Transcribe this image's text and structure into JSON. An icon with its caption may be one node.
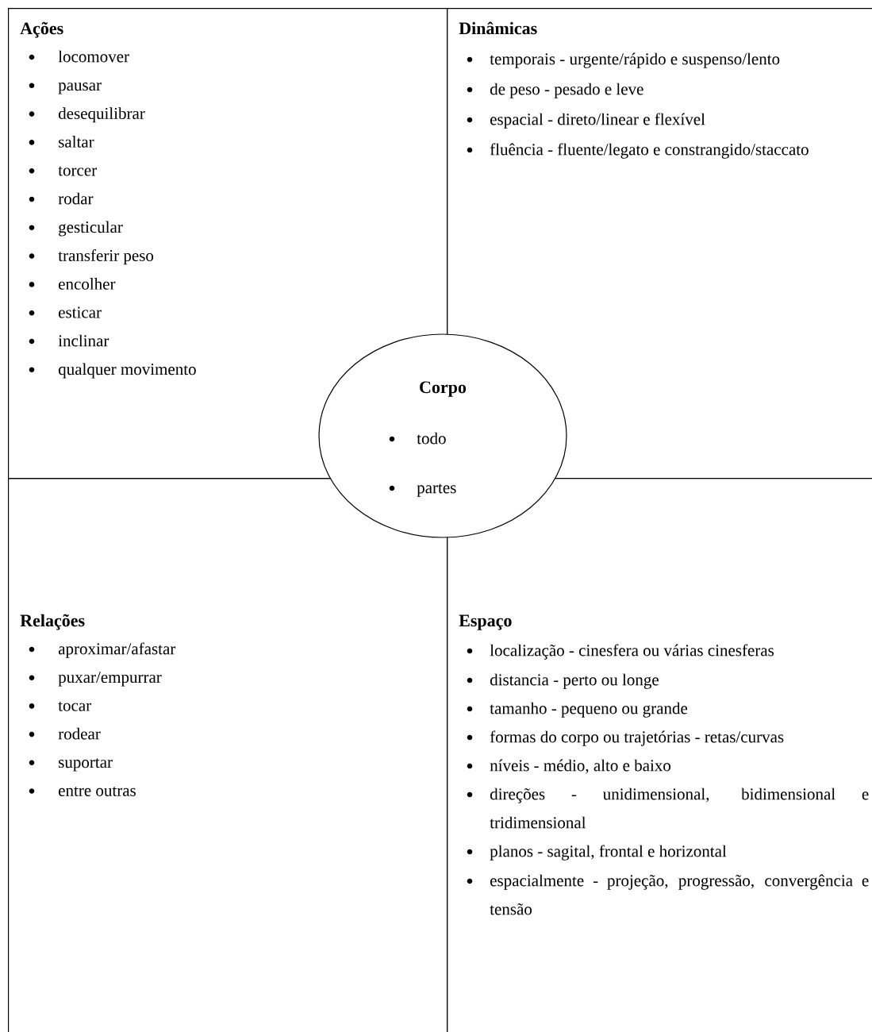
{
  "diagram": {
    "nodes": [
      {
        "text": [
          "Ações",
          "locomover",
          "pausar",
          "desequilibrar",
          "saltar",
          "torcer",
          "rodar",
          "gesticular",
          "transferir peso",
          "encolher",
          "esticar",
          "inclinar",
          "qualquer movimento"
        ]
      },
      {
        "text": [
          "Dinâmicas",
          "temporais - urgente/rápido e suspenso/lento",
          "de peso - pesado e leve",
          "espacial - direto/linear e flexível",
          "fluência - fluente/legato e constrangido/staccato"
        ]
      },
      {
        "text": [
          "Corpo",
          "todo",
          "partes"
        ]
      },
      {
        "text": [
          "Relações",
          "aproximar/afastar",
          "puxar/empurrar",
          "tocar",
          "rodear",
          "suportar",
          "entre outras"
        ]
      },
      {
        "text": [
          "Espaço",
          "localização - cinesfera ou várias cinesferas",
          "distancia - perto ou longe",
          "tamanho - pequeno ou grande",
          "formas do corpo ou trajetórias - retas/curvas",
          "níveis - médio, alto e baixo",
          "direções - unidimensional, bidimensional e tridimensional",
          "planos - sagital, frontal e horizontal",
          "espacialmente - projeção, progressão, convergência e tensão"
        ]
      }
    ]
  }
}
